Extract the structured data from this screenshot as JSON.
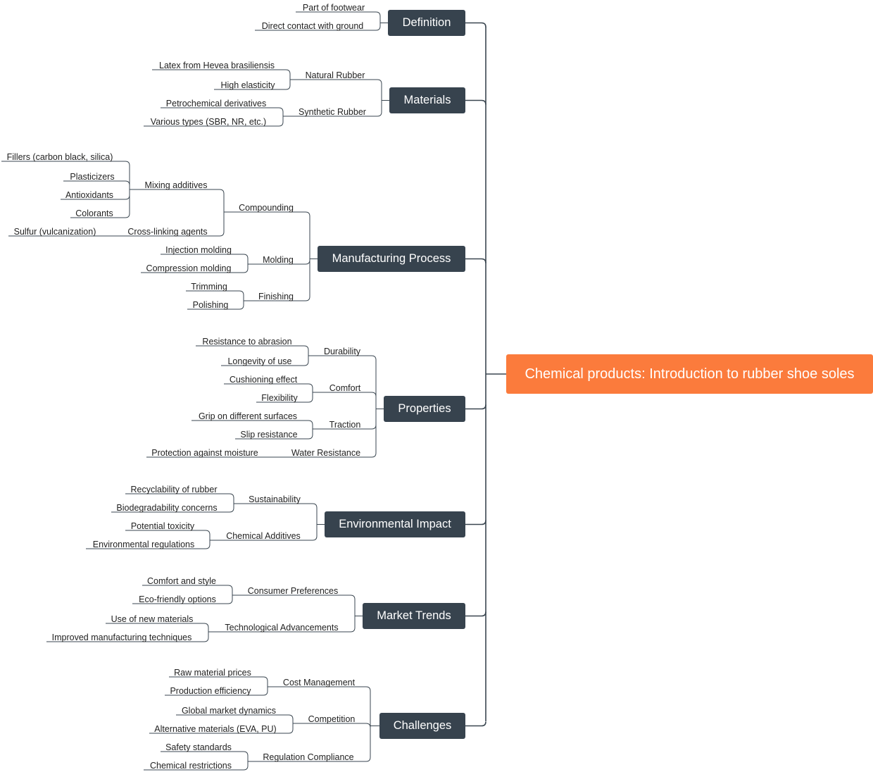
{
  "root": {
    "label": "Chemical products: Introduction to rubber shoe soles",
    "color": "#fb7b3c"
  },
  "colors": {
    "topic": "#37434e",
    "line": "#3a4650",
    "text": "#222222"
  },
  "topics": [
    {
      "label": "Definition",
      "children": [
        {
          "label": "Part of footwear"
        },
        {
          "label": "Direct contact with ground"
        }
      ]
    },
    {
      "label": "Materials",
      "children": [
        {
          "label": "Natural Rubber",
          "children": [
            {
              "label": "Latex from Hevea brasiliensis"
            },
            {
              "label": "High elasticity"
            }
          ]
        },
        {
          "label": "Synthetic Rubber",
          "children": [
            {
              "label": "Petrochemical derivatives"
            },
            {
              "label": "Various types (SBR, NR, etc.)"
            }
          ]
        }
      ]
    },
    {
      "label": "Manufacturing Process",
      "children": [
        {
          "label": "Compounding",
          "children": [
            {
              "label": "Mixing additives",
              "children": [
                {
                  "label": "Fillers (carbon black, silica)"
                },
                {
                  "label": "Plasticizers"
                },
                {
                  "label": "Antioxidants"
                },
                {
                  "label": "Colorants"
                }
              ]
            },
            {
              "label": "Cross-linking agents",
              "children": [
                {
                  "label": "Sulfur (vulcanization)"
                }
              ]
            }
          ]
        },
        {
          "label": "Molding",
          "children": [
            {
              "label": "Injection molding"
            },
            {
              "label": "Compression molding"
            }
          ]
        },
        {
          "label": "Finishing",
          "children": [
            {
              "label": "Trimming"
            },
            {
              "label": "Polishing"
            }
          ]
        }
      ]
    },
    {
      "label": "Properties",
      "children": [
        {
          "label": "Durability",
          "children": [
            {
              "label": "Resistance to abrasion"
            },
            {
              "label": "Longevity of use"
            }
          ]
        },
        {
          "label": "Comfort",
          "children": [
            {
              "label": "Cushioning effect"
            },
            {
              "label": "Flexibility"
            }
          ]
        },
        {
          "label": "Traction",
          "children": [
            {
              "label": "Grip on different surfaces"
            },
            {
              "label": "Slip resistance"
            }
          ]
        },
        {
          "label": "Water Resistance",
          "children": [
            {
              "label": "Protection against moisture"
            }
          ]
        }
      ]
    },
    {
      "label": "Environmental Impact",
      "children": [
        {
          "label": "Sustainability",
          "children": [
            {
              "label": "Recyclability of rubber"
            },
            {
              "label": "Biodegradability concerns"
            }
          ]
        },
        {
          "label": "Chemical Additives",
          "children": [
            {
              "label": "Potential toxicity"
            },
            {
              "label": "Environmental regulations"
            }
          ]
        }
      ]
    },
    {
      "label": "Market Trends",
      "children": [
        {
          "label": "Consumer Preferences",
          "children": [
            {
              "label": "Comfort and style"
            },
            {
              "label": "Eco-friendly options"
            }
          ]
        },
        {
          "label": "Technological Advancements",
          "children": [
            {
              "label": "Use of new materials"
            },
            {
              "label": "Improved manufacturing techniques"
            }
          ]
        }
      ]
    },
    {
      "label": "Challenges",
      "children": [
        {
          "label": "Cost Management",
          "children": [
            {
              "label": "Raw material prices"
            },
            {
              "label": "Production efficiency"
            }
          ]
        },
        {
          "label": "Competition",
          "children": [
            {
              "label": "Global market dynamics"
            },
            {
              "label": "Alternative materials (EVA, PU)"
            }
          ]
        },
        {
          "label": "Regulation Compliance",
          "children": [
            {
              "label": "Safety standards"
            },
            {
              "label": "Chemical restrictions"
            }
          ]
        }
      ]
    }
  ]
}
